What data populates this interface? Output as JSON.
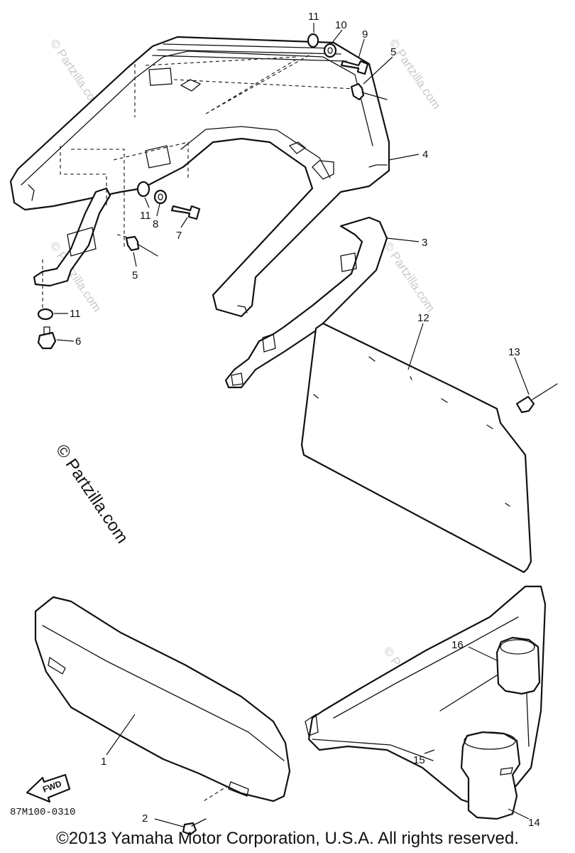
{
  "watermark": "© Partzilla.com",
  "diagram_code": "87M100-0310",
  "fwd_label": "FWD",
  "copyright": "©2013 Yamaha Motor Corporation, U.S.A. All rights reserved.",
  "callouts": {
    "c11a": "11",
    "c10": "10",
    "c9": "9",
    "c5a": "5",
    "c4": "4",
    "c11b": "11",
    "c8": "8",
    "c7": "7",
    "c5b": "5",
    "c3": "3",
    "c11c": "11",
    "c6": "6",
    "c12": "12",
    "c13": "13",
    "c16": "16",
    "c1": "1",
    "c15": "15",
    "c14": "14",
    "c2": "2"
  }
}
